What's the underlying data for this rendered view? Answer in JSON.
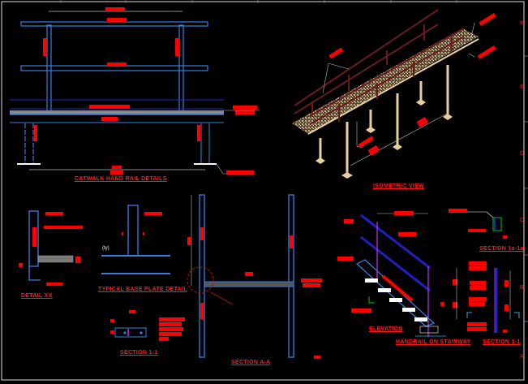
{
  "drawing": {
    "titles": {
      "catwalk": "CATWALK HAND RAIL DETAILS",
      "isometric": "ISOMETRIC VIEW",
      "detail_xx": "DETAIL XX",
      "base_plate": "TYPICAL BASE PLATE DETAIL",
      "section_11_left": "SECTION 1-1",
      "section_aa": "SECTION A-A",
      "elevation": "ELEVATION",
      "handrail_stairway": "HANDRAIL ON STAIRWAY",
      "section_1a": "SECTION 1a-1a",
      "section_11_right": "SECTION 1-1"
    },
    "zones": [
      "F",
      "E",
      "D",
      "C",
      "B",
      "A"
    ],
    "colors": {
      "background": "#000000",
      "steel": "#3a7fe0",
      "annotation": "#ff1a1a",
      "rail_iso": "#6b1a1a",
      "post_iso": "#e8cfa0",
      "dimension": "#bbbbbb"
    }
  }
}
